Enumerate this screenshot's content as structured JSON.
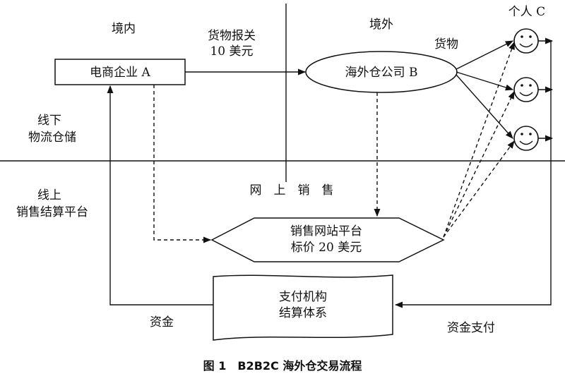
{
  "regions": {
    "domestic": "境内",
    "overseas": "境外",
    "offline": [
      "线下",
      "物流仓储"
    ],
    "online": [
      "线上",
      "销售结算平台"
    ],
    "online_sales": "网　上　销　售"
  },
  "nodes": {
    "ecommerce": "电商企业 A",
    "warehouse": "海外仓公司 B",
    "individual": "个人 C",
    "platform": [
      "销售网站平台",
      "标价 20 美元"
    ],
    "payment": [
      "支付机构",
      "结算体系"
    ]
  },
  "edges": {
    "customs": [
      "货物报关",
      "10 美元"
    ],
    "goods": "货物",
    "funds": "资金",
    "fund_payment": "资金支付"
  },
  "caption": "图 1　B2B2C 海外仓交易流程"
}
